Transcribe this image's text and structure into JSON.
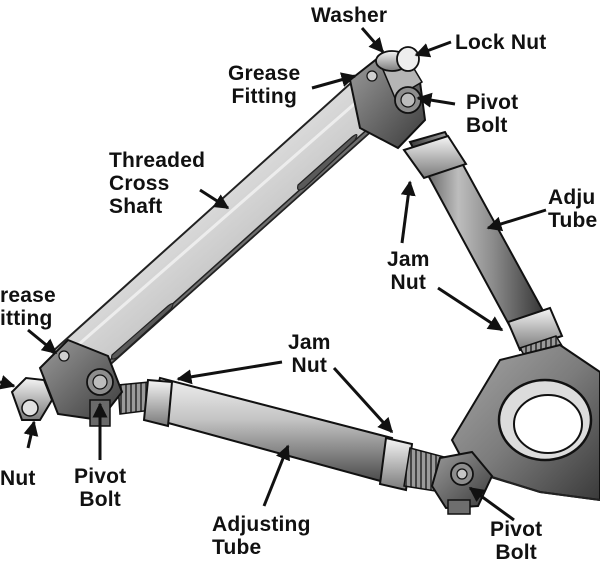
{
  "diagram": {
    "labels": {
      "washer": "Washer",
      "lock_nut_top": "Lock Nut",
      "grease_fitting_top": "Grease\nFitting",
      "pivot_bolt_top": "Pivot\nBolt",
      "threaded_cross_shaft": "Threaded\nCross\nShaft",
      "adjusting_tube_right": "Adju\nTube",
      "jam_nut_right": "Jam\nNut",
      "grease_fitting_left": "rease\nitting",
      "jam_nut_bottom": "Jam\nNut",
      "lock_nut_left": "Nut",
      "pivot_bolt_left": "Pivot\nBolt",
      "adjusting_tube_bottom": "Adjusting\nTube",
      "pivot_bolt_right": "Pivot\nBolt"
    }
  }
}
